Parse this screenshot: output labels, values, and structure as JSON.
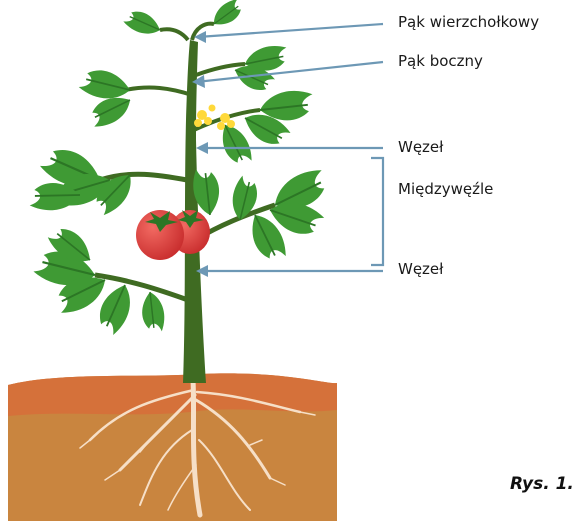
{
  "labels": {
    "apical_bud": "Pąk wierzchołkowy",
    "lateral_bud": "Pąk boczny",
    "node_upper": "Węzeł",
    "internode": "Międzywęźle",
    "node_lower": "Węzeł"
  },
  "caption": "Rys. 1.",
  "colors": {
    "pointer_line": "#6d98b5",
    "bracket": "#6d98b5",
    "soil_top": "#d5713a",
    "soil_bottom": "#c9853f",
    "root": "#f6dfc7",
    "stem": "#3f6b22",
    "leaf": "#3f9a34",
    "leaf_dark": "#2c7625",
    "tomato": "#e0413e",
    "flower": "#ffd93a"
  }
}
